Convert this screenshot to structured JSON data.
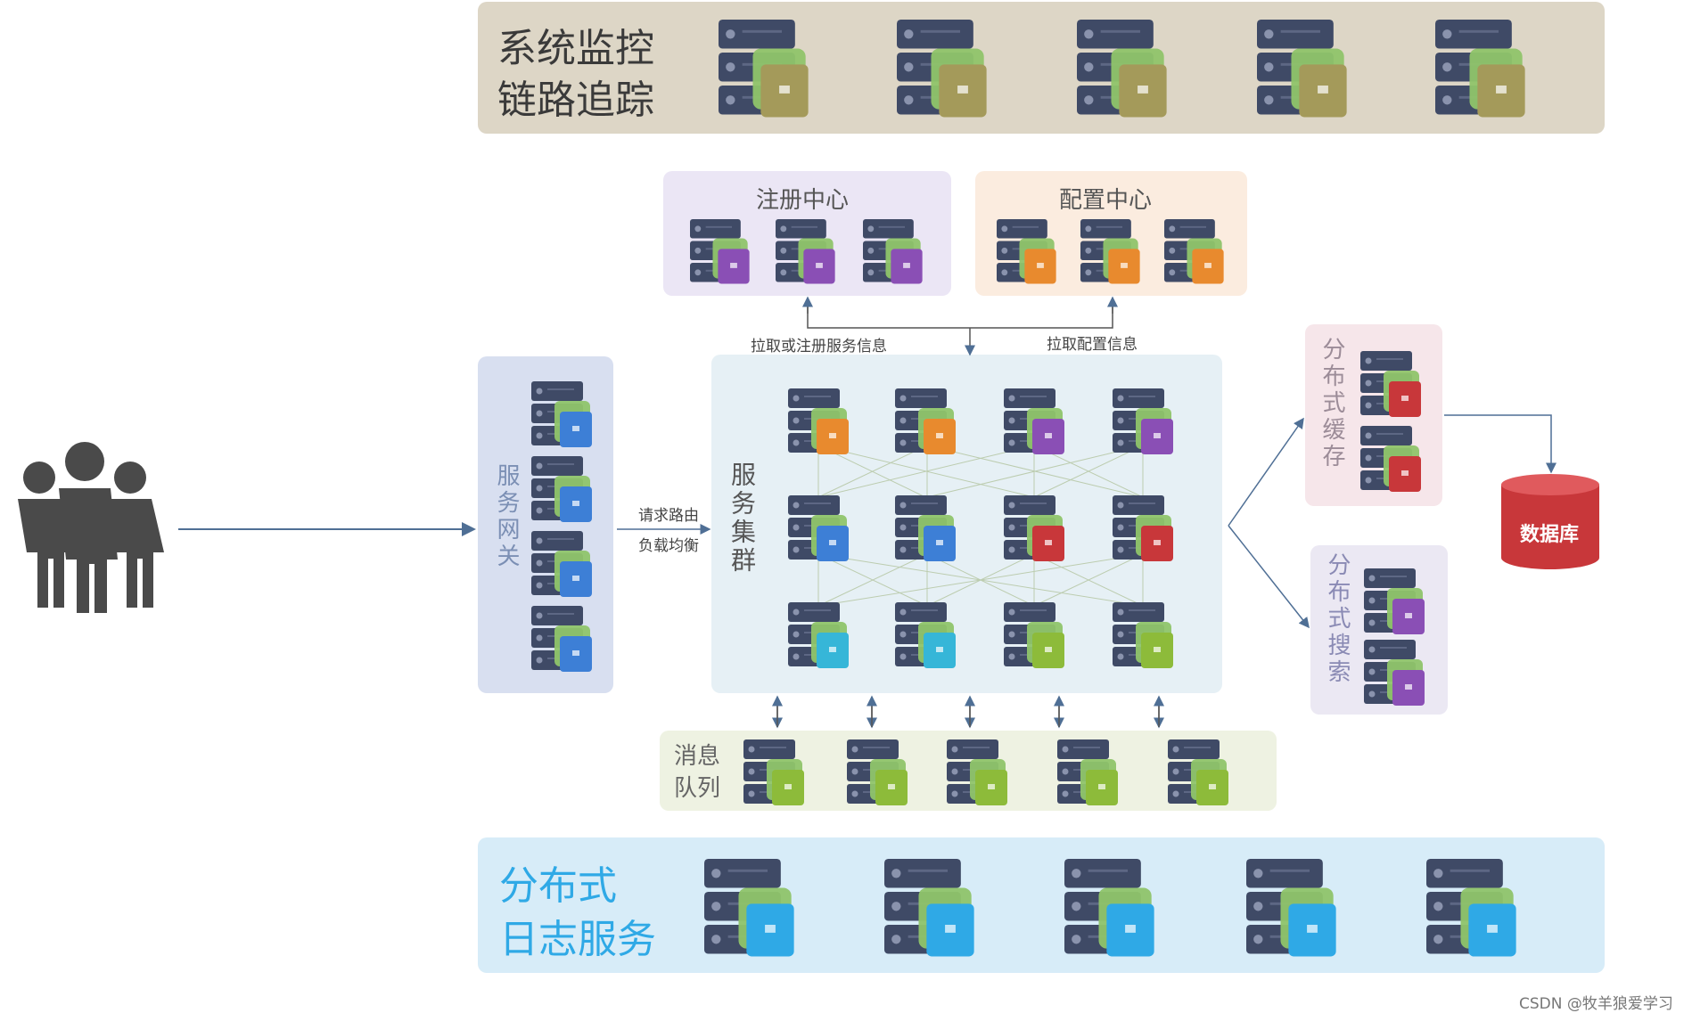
{
  "monitor": {
    "line1": "系统监控",
    "line2": "链路追踪",
    "color": "#ddd6c6",
    "cube": "#a49a5a"
  },
  "registry": {
    "title": "注册中心",
    "color": "#ebe6f5",
    "cube": "#8a4fb5"
  },
  "config": {
    "title": "配置中心",
    "color": "#fbecdf",
    "cube": "#e88a2e"
  },
  "gateway": {
    "title": "服务网关",
    "color": "#d8dff0",
    "cube": "#3d7fd6"
  },
  "cluster": {
    "title": "服务集群",
    "color": "#e6f0f5"
  },
  "cache": {
    "title": "分布式缓存",
    "color": "#f6e6ea",
    "cube": "#c8373a"
  },
  "search": {
    "title": "分布式搜索",
    "color": "#ebe8f3",
    "cube": "#8a4fb5"
  },
  "database": {
    "label": "数据库",
    "color": "#c8373a"
  },
  "mq": {
    "line1": "消息",
    "line2": "队列",
    "color": "#eef2e2",
    "cube": "#8dbb3a"
  },
  "logging": {
    "line1": "分布式",
    "line2": "日志服务",
    "color": "#d7ecf8",
    "cube": "#2fa9e6"
  },
  "labels": {
    "pull_register": "拉取或注册服务信息",
    "pull_config": "拉取配置信息",
    "route": "请求路由",
    "balance": "负载均衡"
  },
  "watermark": "CSDN @牧羊狼爱学习"
}
